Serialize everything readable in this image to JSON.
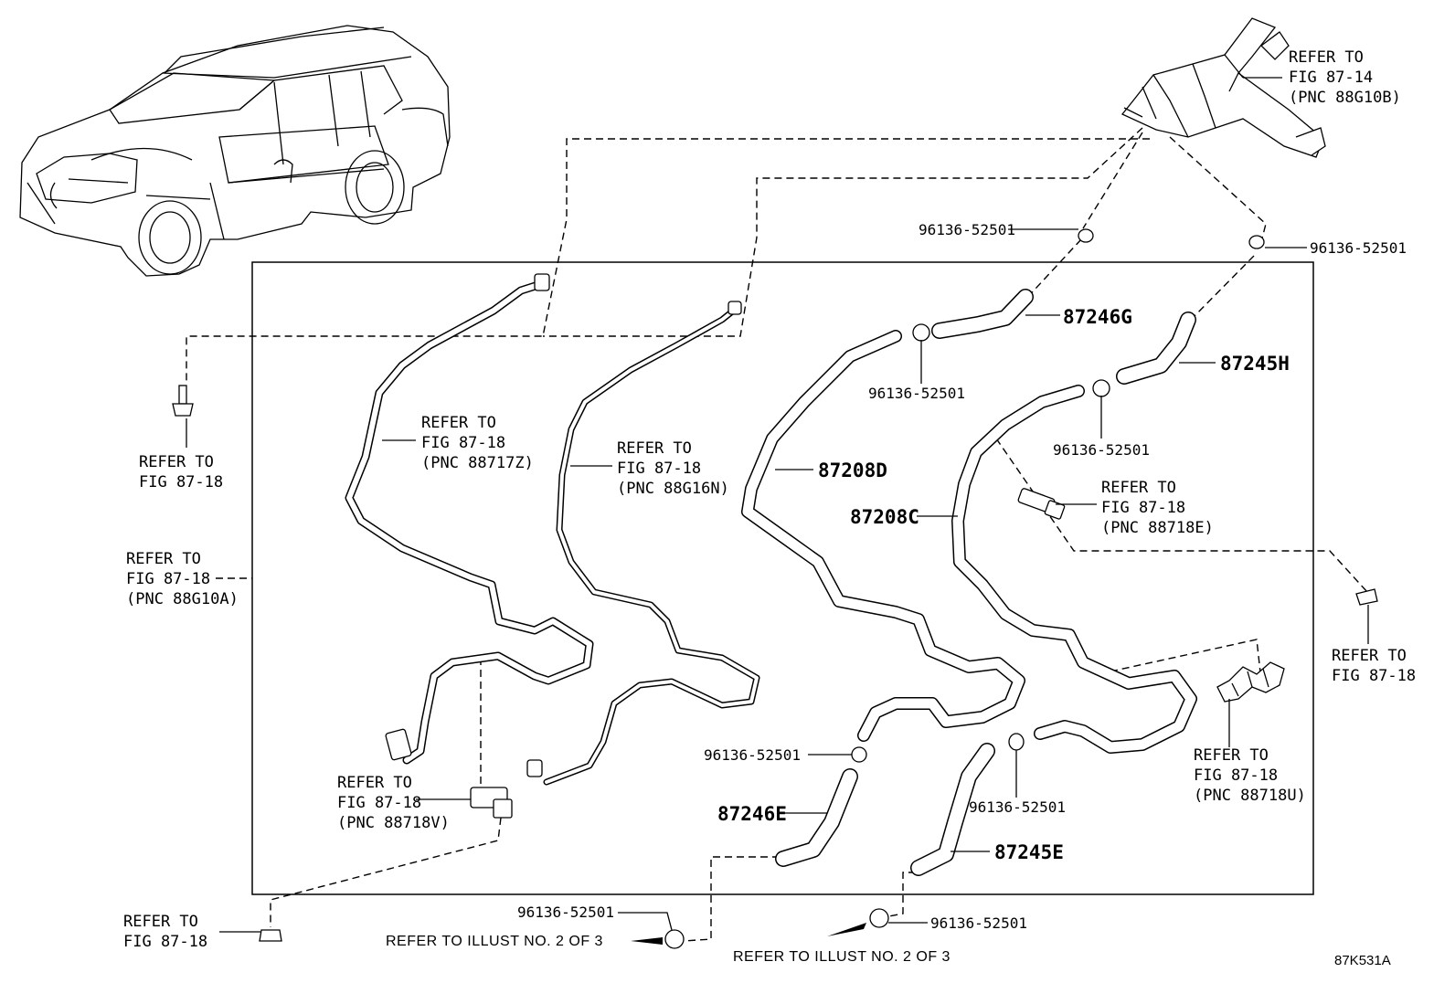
{
  "refer_fig_87_18": [
    "REFER TO",
    "FIG 87-18"
  ],
  "refer_fig_87_14": [
    "REFER TO",
    "FIG 87-14",
    "(PNC 88G10B)"
  ],
  "refer_88G10A": [
    "REFER TO",
    "FIG 87-18",
    "(PNC 88G10A)"
  ],
  "refer_88717Z": [
    "REFER TO",
    "FIG 87-18",
    "(PNC 88717Z)"
  ],
  "refer_88G16N": [
    "REFER TO",
    "FIG 87-18",
    "(PNC 88G16N)"
  ],
  "refer_88718E": [
    "REFER TO",
    "FIG 87-18",
    "(PNC 88718E)"
  ],
  "refer_88718V": [
    "REFER TO",
    "FIG 87-18",
    "(PNC 88718V)"
  ],
  "refer_88718U": [
    "REFER TO",
    "FIG 87-18",
    "(PNC 88718U)"
  ],
  "clip_part_number": "96136-52501",
  "parts": {
    "p87246G": "87246G",
    "p87245H": "87245H",
    "p87208D": "87208D",
    "p87208C": "87208C",
    "p87246E": "87246E",
    "p87245E": "87245E"
  },
  "refer_illust": "REFER TO ILLUST NO. 2 OF 3",
  "illustration_code": "87K531A"
}
